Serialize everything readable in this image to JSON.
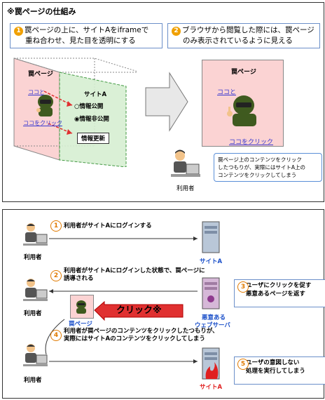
{
  "top": {
    "title": "※罠ページの仕組み",
    "step1": {
      "num": "1",
      "text1": "罠ページの上に、サイトAをiframeで",
      "text2": "重ね合わせ、見た目を透明にする"
    },
    "step2": {
      "num": "2",
      "text1": "ブラウザから閲覧した際には、罠ページ",
      "text2": "のみ表示されているように見える"
    },
    "trap_label": "罠ページ",
    "kokoto": "ココと",
    "kokoclick": "ココをクリック",
    "siteA": "サイトA",
    "public": "情報公開",
    "private": "情報非公開",
    "update": "情報更新",
    "right_trap_label": "罠ページ",
    "right_kokoto": "ココと",
    "right_kokoclick": "ココをクリック",
    "bubble1": "罠ページ上のコンテンツをクリック",
    "bubble2": "したつもりが、実際にはサイトA上の",
    "bubble3": "コンテンツをクリックしてしまう",
    "user": "利用者"
  },
  "bottom": {
    "s1": {
      "num": "1",
      "text": "利用者がサイトAにログインする"
    },
    "s2": {
      "num": "2",
      "text1": "利用者がサイトAにログインした状態で、罠ページに",
      "text2": "誘導される"
    },
    "s3": {
      "num": "3",
      "text1": "ユーザにクリックを促す",
      "text2": "悪意あるページを返す"
    },
    "s4": {
      "num": "4",
      "text1": "利用者が罠ページのコンテンツをクリックしたつもりが、",
      "text2": "実際にはサイトAのコンテンツをクリックしてしまう"
    },
    "s5": {
      "num": "5",
      "text1": "ユーザの意図しない",
      "text2": "処理を実行してしまう"
    },
    "user1": "利用者",
    "user2": "利用者",
    "user3": "利用者",
    "siteA1": "サイトA",
    "evil1": "悪意ある",
    "evil2": "ウェブサーバ",
    "siteA2": "サイトA",
    "trap": "罠ページ",
    "click": "クリック※"
  },
  "colors": {
    "orange": "#f0a000",
    "blue_border": "#6b8fc9",
    "pink": "#fbd3d3",
    "green": "#d7efd2",
    "red_arrow": "#e03030"
  }
}
